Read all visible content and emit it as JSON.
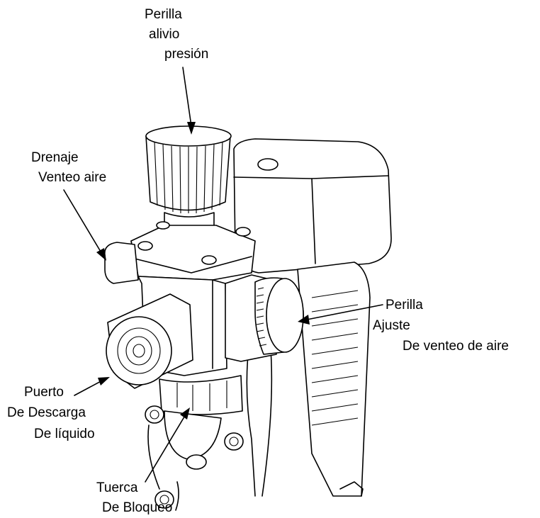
{
  "labels": {
    "pressure_relief_knob": [
      "Perilla",
      "alivio",
      "presión"
    ],
    "drain_air_vent": [
      "Drenaje",
      "Venteo aire"
    ],
    "air_vent_adjust_knob": [
      "Perilla",
      "Ajuste",
      "De venteo de aire"
    ],
    "liquid_discharge_port": [
      "Puerto",
      "De Descarga",
      "De líquido"
    ],
    "lock_nut": [
      "Tuerca",
      "De Bloqueo"
    ]
  },
  "colors": {
    "line": "#000000",
    "background": "#ffffff"
  }
}
